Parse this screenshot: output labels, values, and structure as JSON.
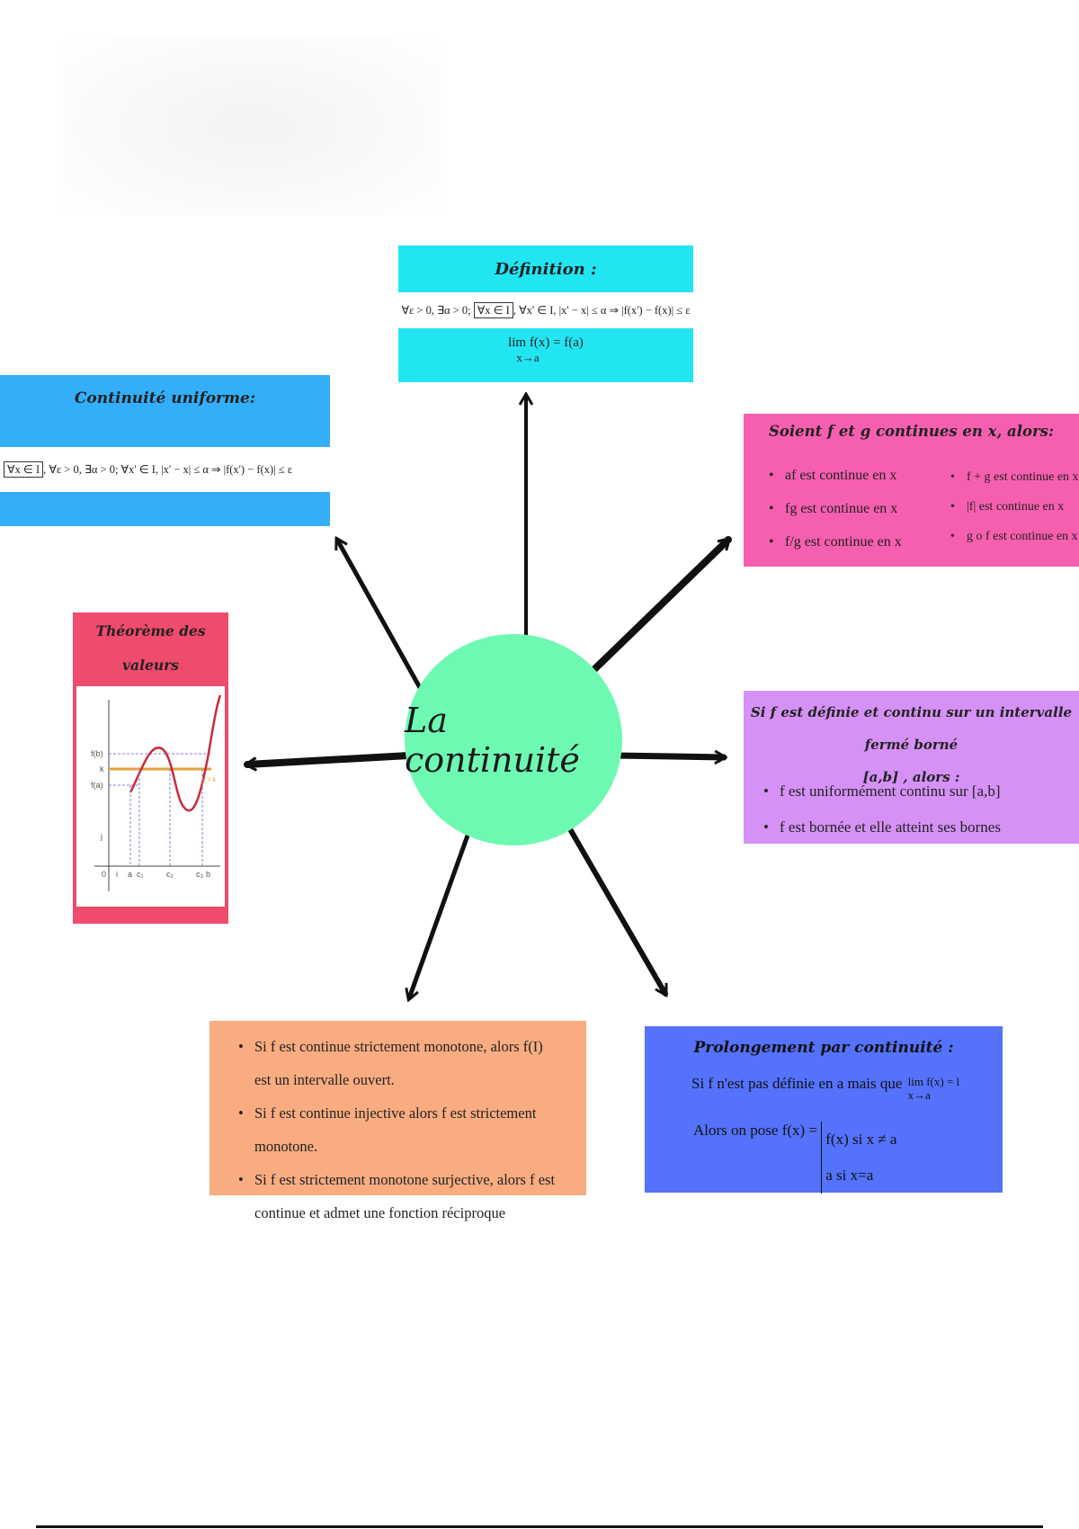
{
  "center": {
    "title": "La continuité"
  },
  "definition": {
    "heading": "Définition :",
    "formula_prefix": "∀ε > 0, ∃α > 0;",
    "formula_boxed": "∀x ∈ I",
    "formula_suffix": ", ∀x' ∈ I, |x' − x| ≤ α ⇒ |f(x') − f(x)| ≤ ε",
    "limit_line": "lim f(x) = f(a)",
    "limit_sub": "x→a"
  },
  "uniform": {
    "heading": "Continuité uniforme:",
    "formula_boxed": "∀x ∈ I",
    "formula_rest": ", ∀ε > 0, ∃α > 0; ∀x' ∈ I, |x' − x| ≤ α ⇒ |f(x') − f(x)| ≤ ε"
  },
  "operations": {
    "heading": "Soient f et g continues en x, alors:",
    "left_items": [
      "af est continue en x",
      "fg est continue en x",
      "f/g est continue en x"
    ],
    "right_items": [
      "f + g est continue en x",
      "|f| est continue en x",
      "g o f est continue en x"
    ]
  },
  "tvi": {
    "heading": "Théorème des valeurs intermédiaires",
    "graph_labels": {
      "fb": "f(b)",
      "k": "k",
      "fa": "f(a)",
      "j": "j",
      "origin": "0",
      "i": "i",
      "a": "a",
      "c1": "c₁",
      "c2": "c₂",
      "c3": "c₃",
      "b": "b",
      "yk": "y = k"
    }
  },
  "closed_interval": {
    "heading_line1": "Si f est définie et continu sur un intervalle fermé borné",
    "heading_line2": "[a,b] , alors :",
    "items": [
      "f est uniformément continu sur [a,b]",
      "f est bornée et elle atteint ses bornes"
    ]
  },
  "monotone": {
    "items": [
      "Si f est continue strictement monotone, alors f(I) est un intervalle ouvert.",
      "Si f est continue injective alors f est strictement monotone.",
      "Si f est strictement monotone surjective, alors f est continue et admet une fonction réciproque"
    ]
  },
  "extension": {
    "heading": "Prolongement par continuité :",
    "line1": "Si f n'est pas définie en a mais que",
    "lim_expr": "lim f(x) = l",
    "lim_sub": "x→a",
    "line2_prefix": "Alors on pose f(x) =",
    "case1": "f(x) si x ≠ a",
    "case2": "a si x=a"
  },
  "colors": {
    "definition": "#22e5f2",
    "uniform": "#34aef8",
    "operations": "#f65fb0",
    "tvi_header": "#ef4b6c",
    "closed_interval": "#d591f5",
    "monotone": "#f8ac80",
    "extension": "#5472fb",
    "center": "#6df9b1"
  }
}
